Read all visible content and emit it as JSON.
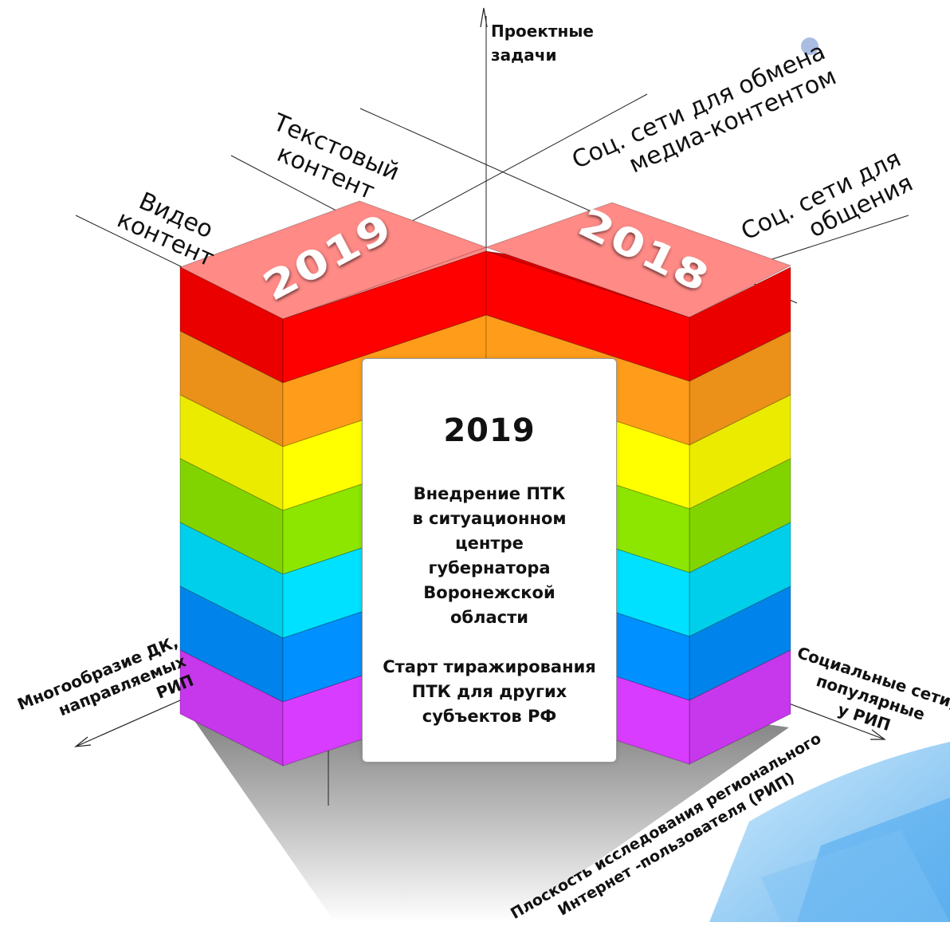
{
  "axes": {
    "vertical": [
      "Проектные",
      "задачи"
    ],
    "left": [
      "Многообразие ДК,",
      "направляемых",
      "РИП"
    ],
    "right": [
      "Социальные сети,",
      "популярные",
      "у РИП"
    ],
    "bottom": [
      "Плоскость исследования регионального",
      "Интернет -пользователя (РИП)"
    ]
  },
  "content_labels": {
    "video": [
      "Видео",
      "контент"
    ],
    "text": [
      "Текстовый",
      "контент"
    ],
    "media_social": [
      "Соц. сети для обмена",
      "медиа-контентом"
    ],
    "chat_social": [
      "Соц. сети для",
      "общения"
    ]
  },
  "blocks": [
    {
      "year": "2019"
    },
    {
      "year": "2018"
    }
  ],
  "colors": {
    "top_face": "#ff8a86",
    "layers": [
      "#ff0000",
      "#ff9d1a",
      "#ffff00",
      "#8de600",
      "#00e1ff",
      "#0090ff",
      "#d83cff"
    ]
  },
  "card": {
    "year": "2019",
    "text1": [
      "Внедрение ПТК",
      "в ситуационном",
      "центре",
      "губернатора",
      "Воронежской",
      "области"
    ],
    "text2": [
      "Старт тиражирования",
      "ПТК для других",
      "субъектов РФ"
    ]
  }
}
